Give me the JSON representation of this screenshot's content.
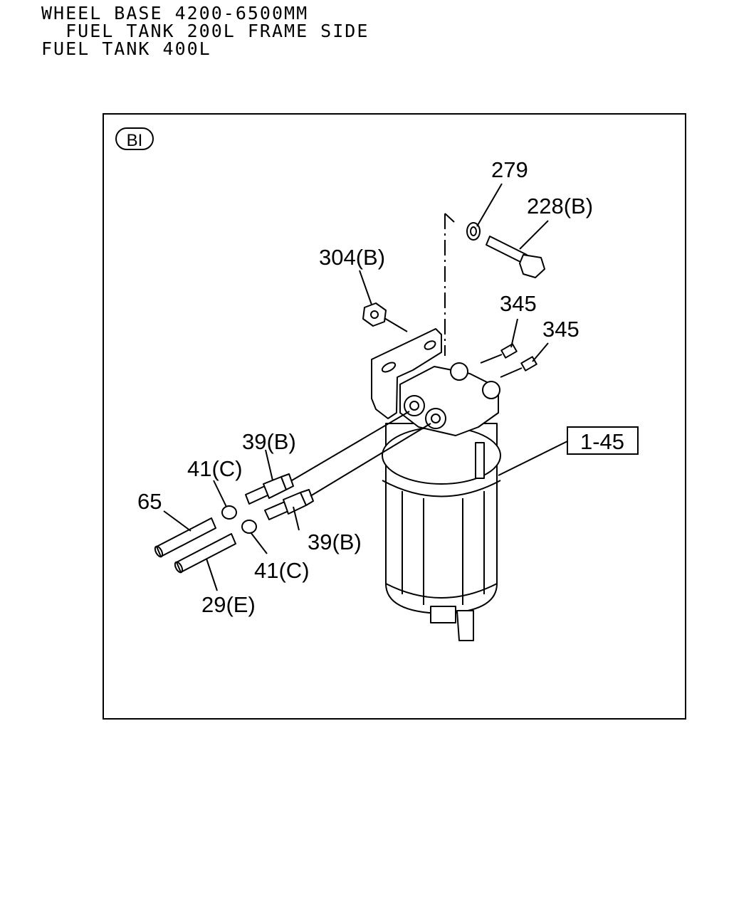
{
  "header": {
    "line1": "WHEEL BASE 4200-6500MM",
    "line2": "  FUEL TANK 200L FRAME SIDE",
    "line3": "FUEL TANK 400L"
  },
  "diagram": {
    "view_badge": "BI",
    "callouts": {
      "c279": "279",
      "c228b": "228(B)",
      "c304b": "304(B)",
      "c345a": "345",
      "c345b": "345",
      "c39b_upper": "39(B)",
      "c39b_lower": "39(B)",
      "c41c_upper": "41(C)",
      "c41c_lower": "41(C)",
      "c65": "65",
      "c29e": "29(E)",
      "c1_45": "1-45"
    }
  }
}
